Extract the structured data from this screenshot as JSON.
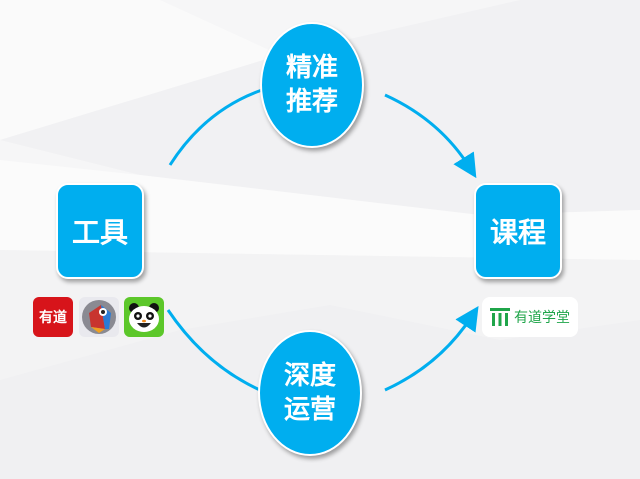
{
  "colors": {
    "accent": "#00aeef",
    "youdao_red": "#d7141a",
    "panda_green": "#5cc72a",
    "xuetang_green": "#1fa54a"
  },
  "nodes": {
    "tools": {
      "label": "工具"
    },
    "courses": {
      "label": "课程"
    },
    "recommend": {
      "line1": "精准",
      "line2": "推荐"
    },
    "operation": {
      "line1": "深度",
      "line2": "运营"
    }
  },
  "apps": {
    "youdao": {
      "label": "有道",
      "icon": "youdao-dict-icon"
    },
    "parrot": {
      "icon": "parrot-app-icon"
    },
    "panda": {
      "icon": "panda-app-icon"
    }
  },
  "course_brand": {
    "label": "有道学堂",
    "icon": "youdao-xuetang-logo"
  }
}
